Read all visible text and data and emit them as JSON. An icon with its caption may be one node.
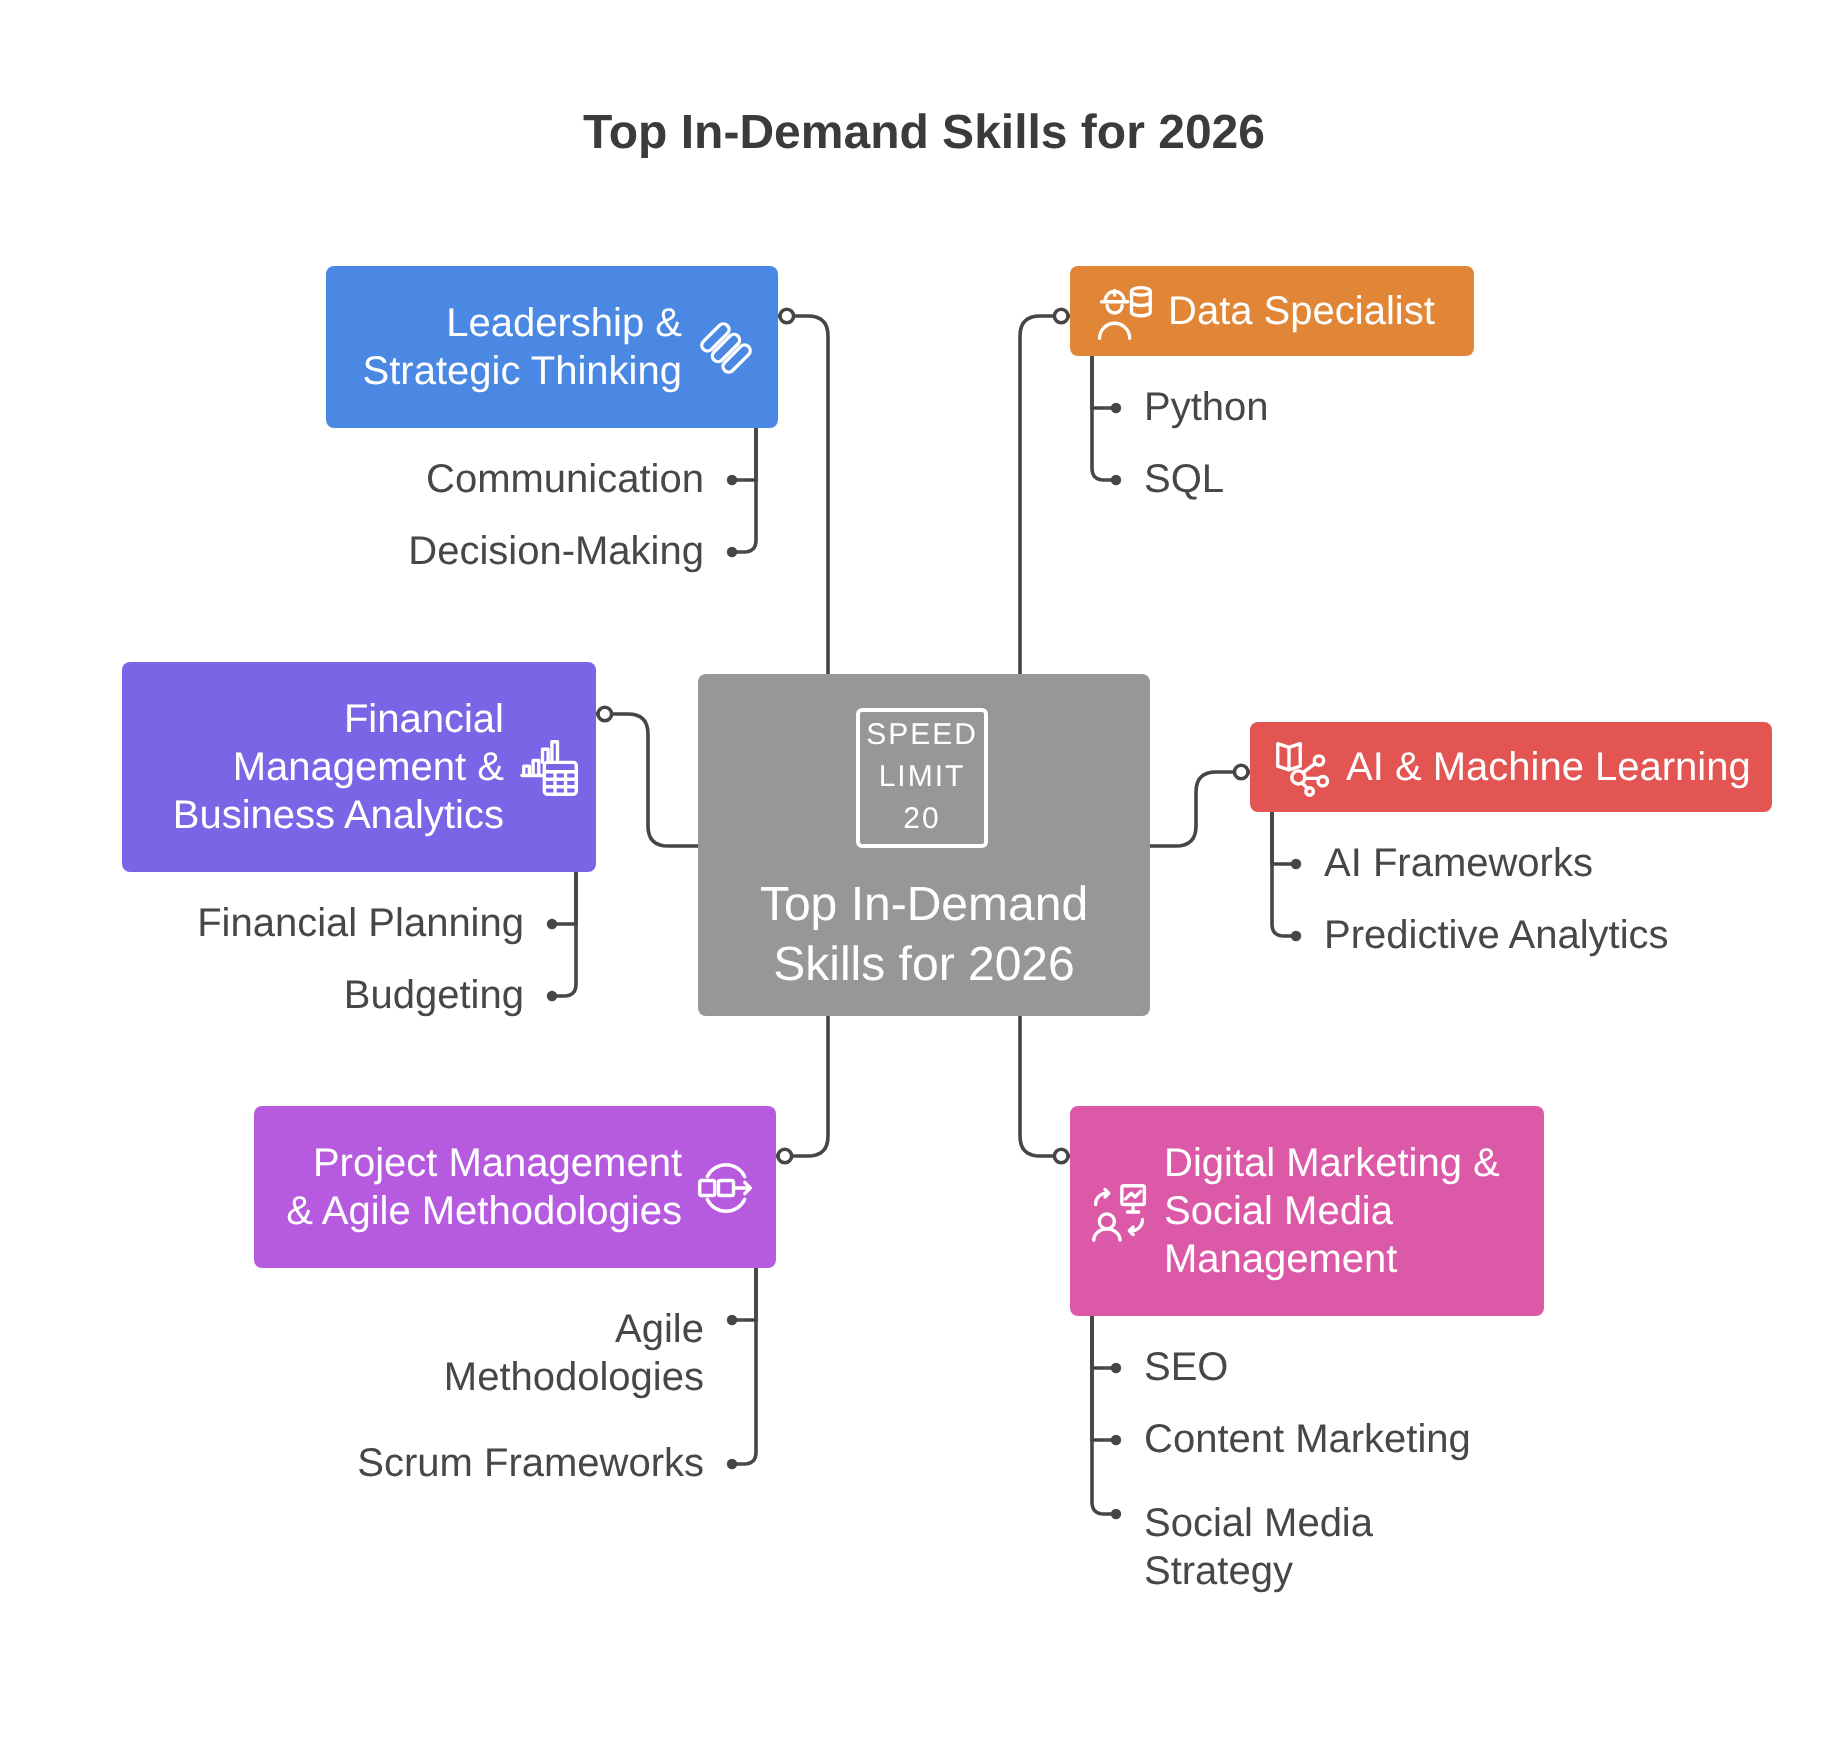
{
  "diagram": {
    "title": "Top In-Demand Skills for 2026",
    "nodes": [
      {
        "text": [
          "Top In-Demand Skills for 2026"
        ]
      },
      {
        "text": [
          "SPEED LIMIT 20"
        ],
        "in": 0
      },
      {
        "text": [
          "Leadership & Strategic Thinking"
        ]
      },
      {
        "text": [
          "Communication"
        ]
      },
      {
        "text": [
          "Decision-Making"
        ]
      },
      {
        "text": [
          "Data Specialist"
        ]
      },
      {
        "text": [
          "Python"
        ]
      },
      {
        "text": [
          "SQL"
        ]
      },
      {
        "text": [
          "Financial Management & Business Analytics"
        ]
      },
      {
        "text": [
          "Financial Planning"
        ]
      },
      {
        "text": [
          "Budgeting"
        ]
      },
      {
        "text": [
          "AI & Machine Learning"
        ]
      },
      {
        "text": [
          "AI Frameworks"
        ]
      },
      {
        "text": [
          "Predictive Analytics"
        ]
      },
      {
        "text": [
          "Project Management & Agile Methodologies"
        ]
      },
      {
        "text": [
          "Agile Methodologies"
        ]
      },
      {
        "text": [
          "Scrum Frameworks"
        ]
      },
      {
        "text": [
          "Digital Marketing & Social Media Management"
        ]
      },
      {
        "text": [
          "SEO"
        ]
      },
      {
        "text": [
          "Content Marketing"
        ]
      },
      {
        "text": [
          "Social Media Strategy"
        ]
      }
    ],
    "edges": [
      {
        "from": 0,
        "to": 2,
        "arrow": "other"
      },
      {
        "from": 2,
        "to": 3,
        "arrow": "other"
      },
      {
        "from": 2,
        "to": 4,
        "arrow": "other"
      },
      {
        "from": 0,
        "to": 5,
        "arrow": "other"
      },
      {
        "from": 5,
        "to": 6,
        "arrow": "other"
      },
      {
        "from": 5,
        "to": 7,
        "arrow": "other"
      },
      {
        "from": 0,
        "to": 8,
        "arrow": "other"
      },
      {
        "from": 8,
        "to": 9,
        "arrow": "other"
      },
      {
        "from": 8,
        "to": 10,
        "arrow": "other"
      },
      {
        "from": 0,
        "to": 11,
        "arrow": "other"
      },
      {
        "from": 11,
        "to": 12,
        "arrow": "other"
      },
      {
        "from": 11,
        "to": 13,
        "arrow": "other"
      },
      {
        "from": 0,
        "to": 14,
        "arrow": "other"
      },
      {
        "from": 14,
        "to": 15,
        "arrow": "other"
      },
      {
        "from": 14,
        "to": 16,
        "arrow": "other"
      },
      {
        "from": 0,
        "to": 17,
        "arrow": "other"
      },
      {
        "from": 17,
        "to": 18,
        "arrow": "other"
      },
      {
        "from": 17,
        "to": 19,
        "arrow": "other"
      },
      {
        "from": 17,
        "to": 20,
        "arrow": "other"
      }
    ]
  }
}
